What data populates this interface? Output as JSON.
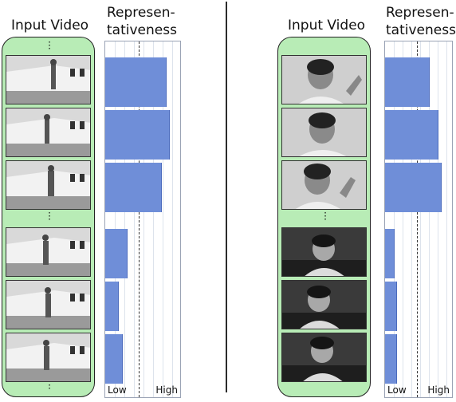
{
  "left": {
    "title": "Input Video",
    "rep_title_line1": "Represen-",
    "rep_title_line2": "tativeness",
    "axis_low": "Low",
    "axis_high": "High",
    "representativeness": [
      0.95,
      1.0,
      0.88,
      0.34,
      0.2,
      0.26
    ]
  },
  "right": {
    "title": "Input Video",
    "rep_title_line1": "Represen-",
    "rep_title_line2": "tativeness",
    "axis_low": "Low",
    "axis_high": "High",
    "representativeness": [
      0.78,
      0.94,
      1.0,
      0.15,
      0.2,
      0.2
    ]
  },
  "colors": {
    "strip_bg": "#b8ecb6",
    "bar": "#6f8ed8"
  }
}
